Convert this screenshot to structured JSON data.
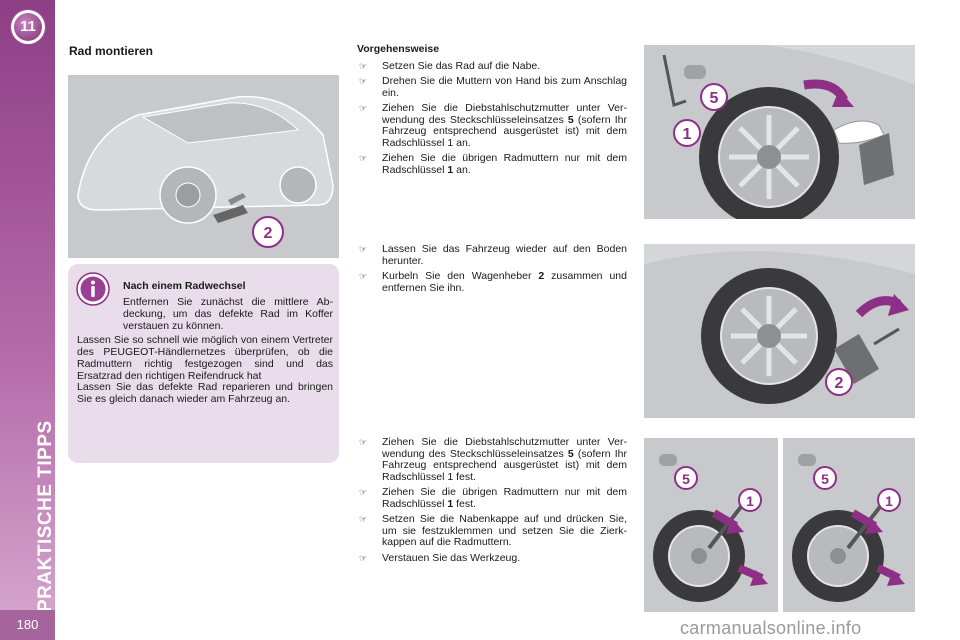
{
  "chapter": {
    "number": "11",
    "title": "PRAKTISCHE TIPPS",
    "page": "180"
  },
  "section": {
    "title": "Rad montieren"
  },
  "figures": {
    "car_label": "2",
    "fig1_labels": [
      "5",
      "1"
    ],
    "fig2_label": "2",
    "fig3_labels": [
      "5",
      "1"
    ],
    "fig4_labels": [
      "5",
      "1"
    ]
  },
  "info": {
    "heading": "Nach einem Radwechsel",
    "p1": "Entfernen Sie zunächst die mittlere Ab­deckung, um das defekte Rad im Koffer verstauen zu können.",
    "p2": "Lassen Sie so schnell wie möglich von einem Ver­treter des PEUGEOT-Händlernetzes überprüfen, ob die Radmuttern richtig festgezogen sind und das Ersatzrad den richtigen Reifendruck hat",
    "p3": "Lassen Sie das defekte Rad reparieren und brin­gen Sie es gleich danach wieder am Fahrzeug an."
  },
  "procedure": {
    "heading": "Vorgehensweise",
    "group1": [
      {
        "pre": "Setzen Sie das Rad auf die Nabe.",
        "num": "",
        "post": ""
      },
      {
        "pre": "Drehen Sie die Muttern von Hand bis zum An­schlag ein.",
        "num": "",
        "post": ""
      },
      {
        "pre": "Ziehen Sie die Diebstahlschutzmutter unter Ver­wendung des Steckschlüsseleinsatzes ",
        "num": "5",
        "post": " (sofern Ihr Fahrzeug entsprechend ausgerüstet ist) mit dem Radschlüssel 1 an."
      },
      {
        "pre": "Ziehen Sie die übrigen Radmuttern nur mit dem Radschlüssel ",
        "num": "1",
        "post": " an."
      }
    ],
    "group2": [
      {
        "pre": "Lassen Sie das Fahrzeug wieder auf den Boden herunter.",
        "num": "",
        "post": ""
      },
      {
        "pre": "Kurbeln Sie den Wagenheber ",
        "num": "2",
        "post": " zusammen und entfernen Sie ihn."
      }
    ],
    "group3": [
      {
        "pre": "Ziehen Sie die Diebstahlschutzmutter unter Ver­wendung des Steckschlüsseleinsatzes ",
        "num": "5",
        "post": " (sofern Ihr Fahrzeug entsprechend ausgerüstet ist) mit dem Radschlüssel 1 fest."
      },
      {
        "pre": "Ziehen Sie die übrigen Radmuttern nur mit dem Radschlüssel ",
        "num": "1",
        "post": " fest."
      },
      {
        "pre": "Setzen Sie die Nabenkappe auf und drücken Sie, um sie festzuklemmen und setzen Sie die Zierk­kappen auf die Radmuttern.",
        "num": "",
        "post": ""
      },
      {
        "pre": "Verstauen Sie das Werkzeug.",
        "num": "",
        "post": ""
      }
    ]
  },
  "watermark": "carmanualsonline.info",
  "colors": {
    "sidebar": "#a5649c",
    "info_bg": "#e9dceb",
    "arrow": "#8e2f86",
    "panel": "#c8c9cc"
  }
}
